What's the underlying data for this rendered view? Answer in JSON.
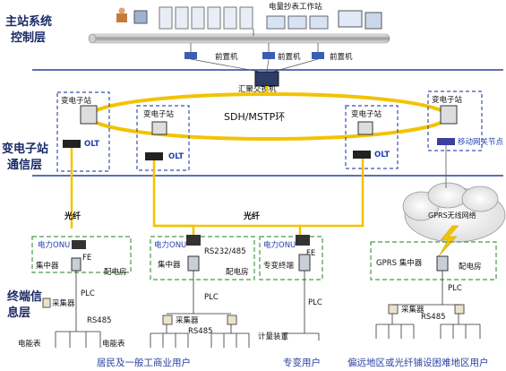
{
  "layers": {
    "master_line1": "主站系统",
    "master_line2": "控制层",
    "substation_line1": "变电子站",
    "substation_line2": "通信层",
    "terminal_line1": "终端信",
    "terminal_line2": "息层"
  },
  "master": {
    "workstation_label": "电量抄表工作站",
    "frontend1": "前置机",
    "frontend2": "前置机",
    "frontend3": "前置机",
    "switch_label": "汇聚交换机"
  },
  "ring": {
    "label": "SDH/MSTP环"
  },
  "substations": {
    "s1": "变电子站",
    "s2": "变电子站",
    "s3": "变电子站",
    "s4": "变电子站",
    "olt1": "OLT",
    "olt2": "OLT",
    "olt3": "OLT",
    "gateway": "移动网关节点"
  },
  "fiber": {
    "left": "光纤",
    "middle": "光纤"
  },
  "gprs": {
    "label": "GPRS无线网络"
  },
  "groups": {
    "g1": {
      "onu": "电力ONU",
      "fe": "FE",
      "concentrator": "集中器",
      "room": "配电房",
      "plc": "PLC",
      "collector": "采集器",
      "rs485": "RS485",
      "meter1": "电能表",
      "meter2": "电能表"
    },
    "g2": {
      "onu": "电力ONU",
      "rs": "RS232/485",
      "concentrator": "集中器",
      "room": "配电房",
      "plc": "PLC",
      "collector": "采集器",
      "rs485": "RS485"
    },
    "g3": {
      "onu": "电力ONU",
      "fe": "FE",
      "terminal": "专变终端",
      "plc": "PLC",
      "metering": "计量装置"
    },
    "g4": {
      "concentrator": "GPRS 集中器",
      "room": "配电房",
      "plc": "PLC",
      "collector": "采集器",
      "rs485": "RS485"
    }
  },
  "users": {
    "u1": "居民及一般工商业用户",
    "u2": "专变用户",
    "u3": "偏远地区或光纤铺设困难地区用户"
  },
  "colors": {
    "ring": "#f2c300",
    "dash": "#3a4fb0",
    "green_dash": "#4a9a4a",
    "layer_line": "#2c3f9c"
  }
}
